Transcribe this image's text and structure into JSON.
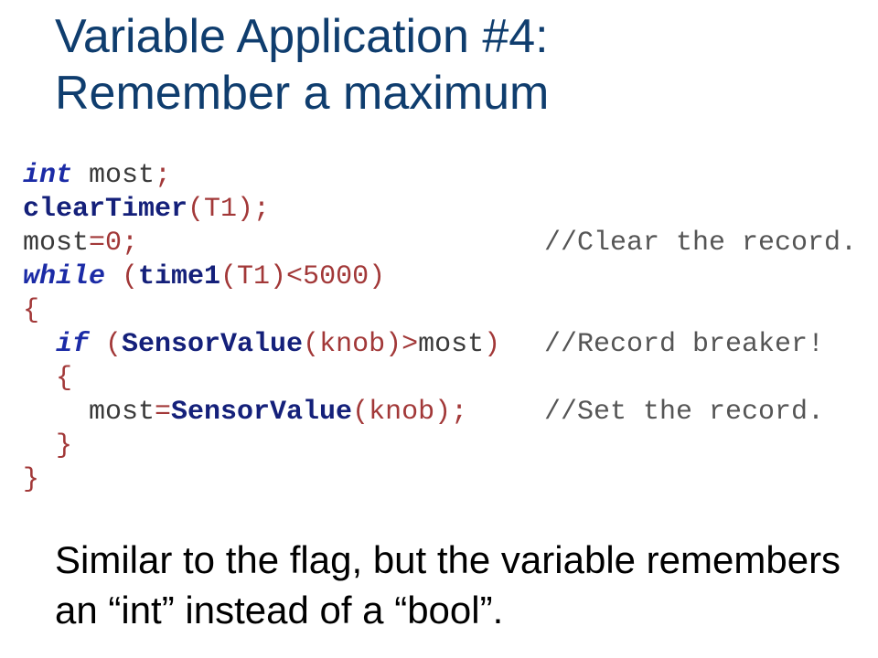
{
  "slide": {
    "title_lines": [
      "Variable Application #4:",
      "Remember a maximum"
    ],
    "body_lines": [
      "Similar to the flag, but the variable remembers",
      "an “int” instead of a “bool”."
    ]
  },
  "code": {
    "lines": [
      {
        "tokens": [
          "int",
          " most",
          ";"
        ]
      },
      {
        "tokens": [
          "clearTimer",
          "(T1);"
        ]
      },
      {
        "tokens": [
          "most",
          "=0;"
        ],
        "comment": "//Clear the record."
      },
      {
        "tokens": [
          "while",
          " (",
          "time1",
          "(T1)<5000)"
        ]
      },
      {
        "tokens": [
          "{"
        ]
      },
      {
        "tokens": [
          "if",
          " (",
          "SensorValue",
          "(knob)>",
          "most",
          ")"
        ],
        "comment": "//Record breaker!"
      },
      {
        "tokens": [
          "{"
        ]
      },
      {
        "tokens": [
          "most",
          "=",
          "SensorValue",
          "(knob);"
        ],
        "comment": "//Set the record."
      },
      {
        "tokens": [
          "}"
        ]
      },
      {
        "tokens": [
          "}"
        ]
      }
    ]
  },
  "colors": {
    "title": "#0F3D6E",
    "body_text": "#000000",
    "code_keyword": "#1B2BA6",
    "code_function": "#14207A",
    "code_operator": "#A23838",
    "code_identifier": "#3A3A3A",
    "code_comment": "#555555"
  }
}
